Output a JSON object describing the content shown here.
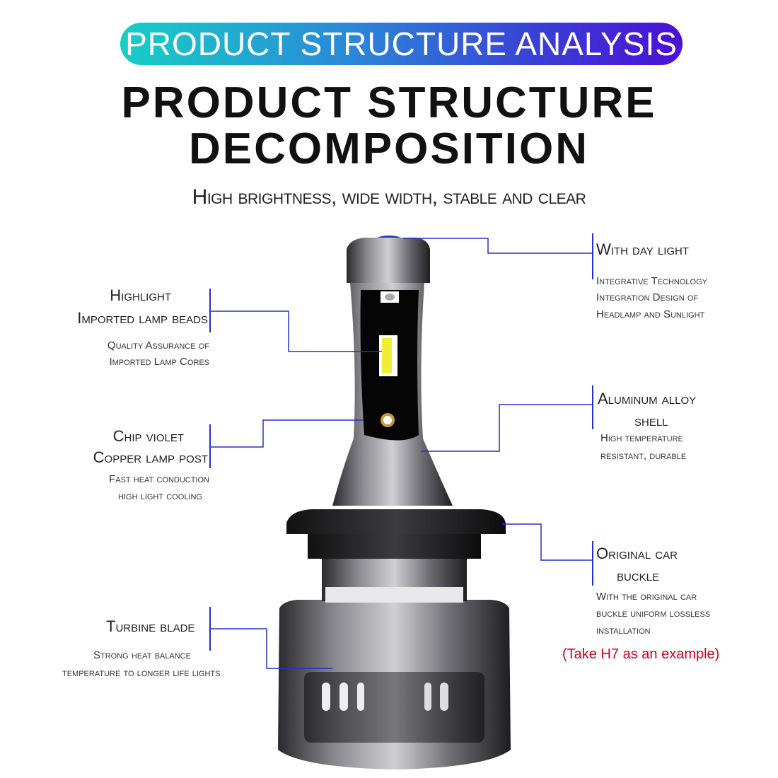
{
  "banner": "PRODUCT STRUCTURE ANALYSIS",
  "title": [
    "PRODUCT STRUCTURE",
    "DECOMPOSITION"
  ],
  "subtitle": "High brightness, wide width, stable and clear",
  "callouts": {
    "lamp_beads": {
      "title": [
        "Highlight",
        "Imported lamp beads"
      ],
      "desc": [
        "Quality Assurance of",
        "Imported Lamp Cores"
      ]
    },
    "chip": {
      "title": [
        "Chip violet",
        "Copper lamp post"
      ],
      "desc": [
        "Fast heat conduction",
        "high light cooling"
      ]
    },
    "turbine": {
      "title": [
        "Turbine blade"
      ],
      "desc": [
        "Strong heat balance",
        "temperature to longer life lights"
      ]
    },
    "day_light": {
      "title": [
        "With day light"
      ],
      "desc": [
        "Integrative Technology",
        "Integration Design of",
        "Headlamp and Sunlight"
      ]
    },
    "aluminum": {
      "title": [
        "Aluminum alloy",
        "shell"
      ],
      "desc": [
        "High temperature",
        "resistant, durable"
      ]
    },
    "buckle": {
      "title": [
        "Original car",
        "buckle"
      ],
      "desc": [
        "With the original car",
        "buckle uniform lossless",
        "installation"
      ]
    }
  },
  "note": "(Take H7 as an example)",
  "colors": {
    "line": "#2430c8",
    "note": "#d0021b",
    "banner_start": "#16cfc6",
    "banner_end": "#4c0fd6"
  }
}
